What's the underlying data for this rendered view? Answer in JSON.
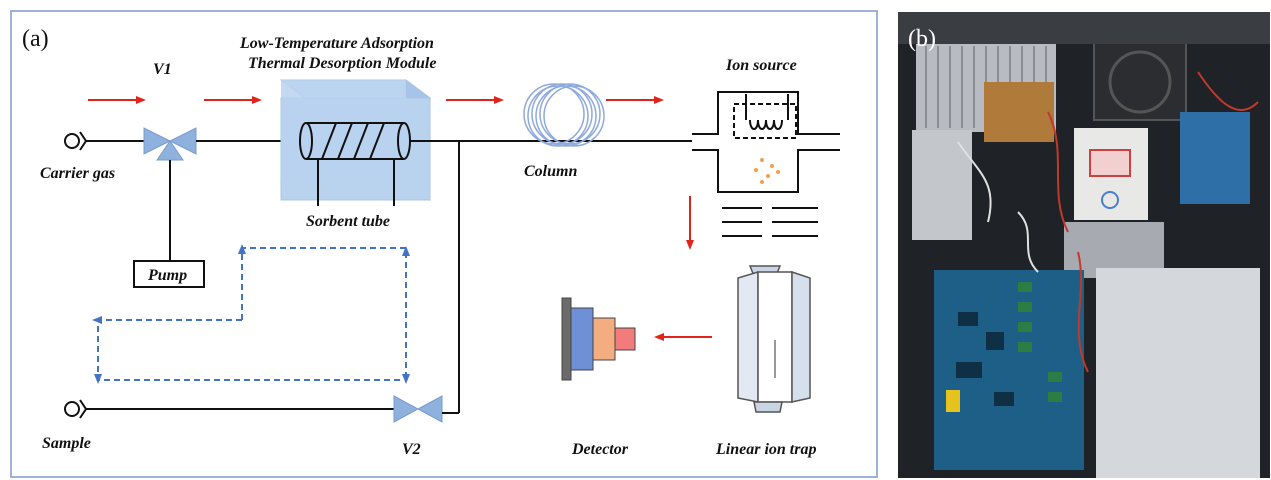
{
  "panel_a": {
    "tag": "(a)",
    "labels": {
      "v1": "V1",
      "module_line1": "Low-Temperature Adsorption",
      "module_line2": "Thermal Desorption Module",
      "ion_source": "Ion source",
      "carrier_gas": "Carrier gas",
      "column": "Column",
      "sorbent_tube": "Sorbent tube",
      "pump": "Pump",
      "sample": "Sample",
      "v2": "V2",
      "detector": "Detector",
      "linear_ion_trap": "Linear ion trap"
    },
    "colors": {
      "frame": "#9db3d9",
      "flow_arrow": "#e2231a",
      "sample_path": "#4472c4",
      "valve": "#8fb1dd",
      "module": "#b9d2ee",
      "detector_dark": "#6b6b6b",
      "detector_blue": "#6f8fd6",
      "detector_orange": "#f3ad80",
      "detector_red": "#f27b7b"
    }
  },
  "panel_b": {
    "tag": "(b)"
  }
}
